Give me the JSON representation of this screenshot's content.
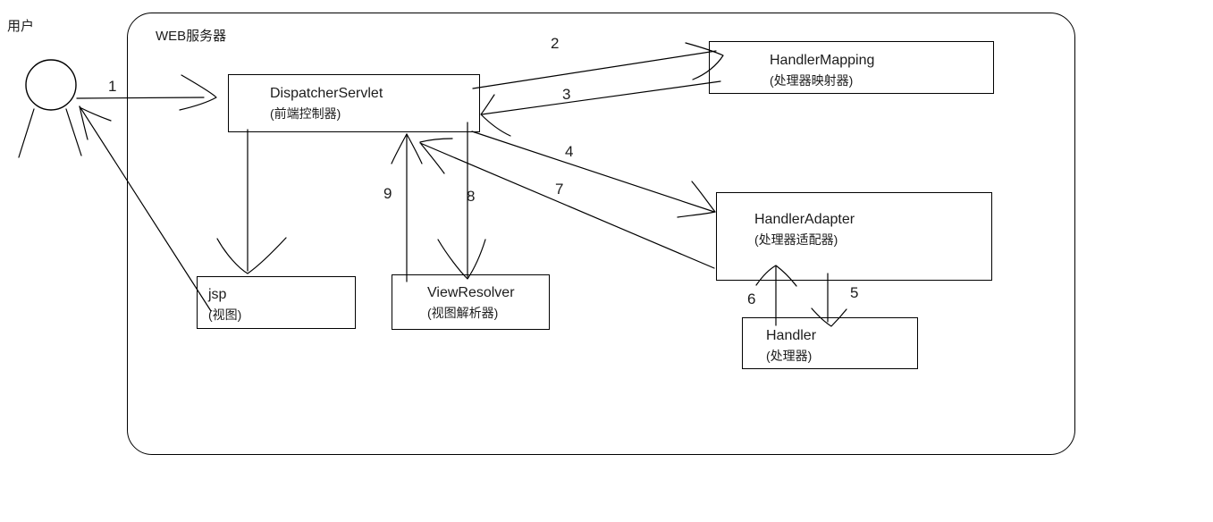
{
  "colors": {
    "line": "#000000",
    "text": "#1c1c1c",
    "background": "#ffffff"
  },
  "actor": {
    "label": "用户"
  },
  "server": {
    "label": "WEB服务器"
  },
  "nodes": {
    "dispatcher": {
      "title": "DispatcherServlet",
      "subtitle": "(前端控制器)"
    },
    "handler_mapping": {
      "title": "HandlerMapping",
      "subtitle": "(处理器映射器)"
    },
    "handler_adapter": {
      "title": "HandlerAdapter",
      "subtitle": "(处理器适配器)"
    },
    "handler": {
      "title": "Handler",
      "subtitle": "(处理器)"
    },
    "view_resolver": {
      "title": "ViewResolver",
      "subtitle": "(视图解析器)"
    },
    "jsp": {
      "title": "jsp",
      "subtitle": "(视图)"
    }
  },
  "step_labels": {
    "s1": "1",
    "s2": "2",
    "s3": "3",
    "s4": "4",
    "s5": "5",
    "s6": "6",
    "s7": "7",
    "s8": "8",
    "s9": "9"
  }
}
